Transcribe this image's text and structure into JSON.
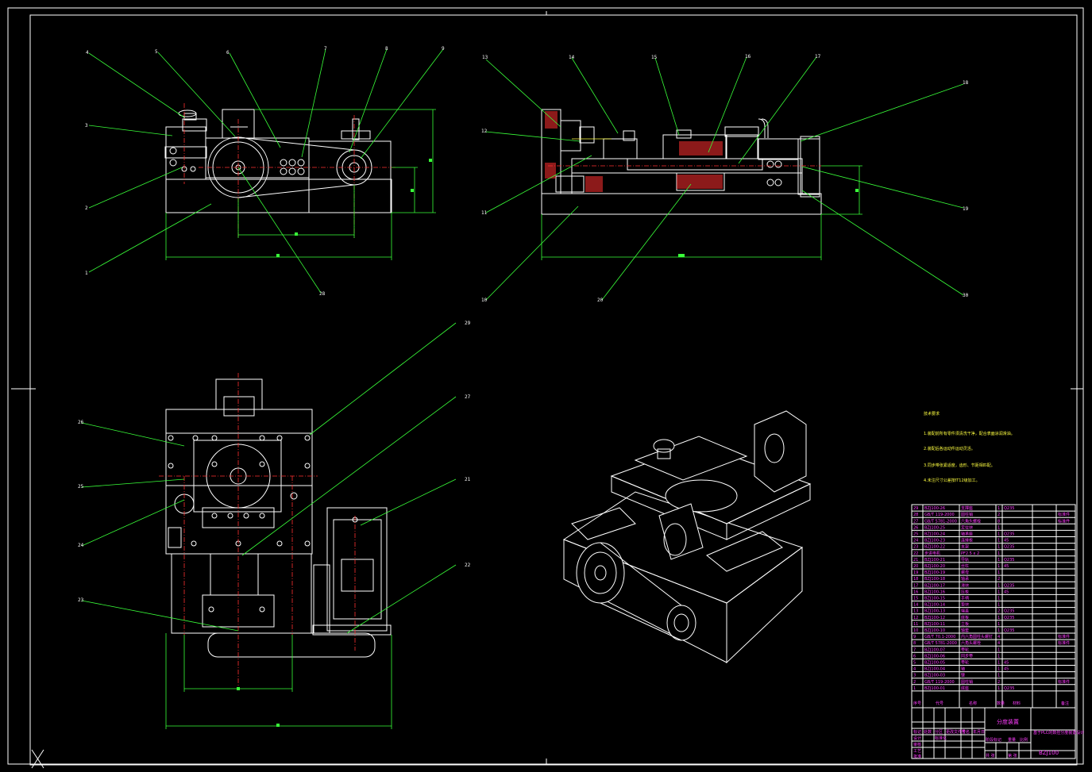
{
  "drawing_code": "BZJ100",
  "title_block_name": "分度装置",
  "part_rows": [
    {
      "no": "29",
      "code": "BZJ100-26",
      "name": "支撑座",
      "qty": "1",
      "mat": "Q235",
      "note": ""
    },
    {
      "no": "28",
      "code": "GB/T 119-2000",
      "name": "圆柱销",
      "qty": "2",
      "mat": "",
      "note": "标准件"
    },
    {
      "no": "27",
      "code": "GB/T 5781-2000",
      "name": "六角头螺栓",
      "qty": "8",
      "mat": "",
      "note": "标准件"
    },
    {
      "no": "26",
      "code": "BZJ100-25",
      "name": "定位块",
      "qty": "1",
      "mat": "",
      "note": ""
    },
    {
      "no": "25",
      "code": "BZJ100-24",
      "name": "轴承座",
      "qty": "1",
      "mat": "Q235",
      "note": ""
    },
    {
      "no": "24",
      "code": "BZJ100-23",
      "name": "连接板",
      "qty": "1",
      "mat": "45",
      "note": ""
    },
    {
      "no": "23",
      "code": "BZJ100-22",
      "name": "支架",
      "qty": "1",
      "mat": "Q235",
      "note": ""
    },
    {
      "no": "22",
      "code": "步进电机",
      "name": "PF2.5 x 2",
      "qty": "1",
      "mat": "",
      "note": ""
    },
    {
      "no": "21",
      "code": "BZJ100-21",
      "name": "导轨",
      "qty": "1",
      "mat": "Q235",
      "note": ""
    },
    {
      "no": "20",
      "code": "BZJ100-20",
      "name": "丝杠",
      "qty": "1",
      "mat": "45",
      "note": ""
    },
    {
      "no": "19",
      "code": "BZJ100-19",
      "name": "螺母",
      "qty": "1",
      "mat": "",
      "note": ""
    },
    {
      "no": "18",
      "code": "BZJ100-18",
      "name": "轴承",
      "qty": "2",
      "mat": "",
      "note": ""
    },
    {
      "no": "17",
      "code": "BZJ100-17",
      "name": "滑块",
      "qty": "1",
      "mat": "Q235",
      "note": ""
    },
    {
      "no": "16",
      "code": "BZJ100-16",
      "name": "压板",
      "qty": "1",
      "mat": "45",
      "note": ""
    },
    {
      "no": "15",
      "code": "BZJ100-15",
      "name": "手柄",
      "qty": "1",
      "mat": "",
      "note": ""
    },
    {
      "no": "14",
      "code": "BZJ100-14",
      "name": "垫块",
      "qty": "1",
      "mat": "",
      "note": ""
    },
    {
      "no": "13",
      "code": "BZJ100-13",
      "name": "端盖",
      "qty": "2",
      "mat": "Q235",
      "note": ""
    },
    {
      "no": "12",
      "code": "BZJ100-12",
      "name": "底板",
      "qty": "1",
      "mat": "Q235",
      "note": ""
    },
    {
      "no": "11",
      "code": "BZJ100-11",
      "name": "立板",
      "qty": "1",
      "mat": "",
      "note": ""
    },
    {
      "no": "10",
      "code": "BZJ100-10",
      "name": "轴套",
      "qty": "1",
      "mat": "Q235",
      "note": ""
    },
    {
      "no": "9",
      "code": "GB/T 70.1-2000",
      "name": "内六角圆柱头螺钉",
      "qty": "4",
      "mat": "",
      "note": "标准件"
    },
    {
      "no": "8",
      "code": "GB/T 5781-2000",
      "name": "六角头螺栓",
      "qty": "4",
      "mat": "",
      "note": "标准件"
    },
    {
      "no": "7",
      "code": "BZJ100-07",
      "name": "带轮",
      "qty": "1",
      "mat": "",
      "note": ""
    },
    {
      "no": "6",
      "code": "BZJ100-06",
      "name": "同步带",
      "qty": "1",
      "mat": "",
      "note": ""
    },
    {
      "no": "5",
      "code": "BZJ100-05",
      "name": "带轮",
      "qty": "1",
      "mat": "45",
      "note": ""
    },
    {
      "no": "4",
      "code": "BZJ100-04",
      "name": "轴",
      "qty": "1",
      "mat": "45",
      "note": ""
    },
    {
      "no": "3",
      "code": "BZJ100-03",
      "name": "键",
      "qty": "1",
      "mat": "",
      "note": ""
    },
    {
      "no": "2",
      "code": "GB/T 119-2000",
      "name": "圆柱销",
      "qty": "2",
      "mat": "",
      "note": "标准件"
    },
    {
      "no": "1",
      "code": "BZJ100-01",
      "name": "底座",
      "qty": "1",
      "mat": "Q235",
      "note": ""
    }
  ],
  "bom_header": [
    "序号",
    "代号",
    "名称",
    "数量",
    "材料",
    "备注"
  ],
  "tech_requirements_title": "技术要求",
  "tech_requirements": [
    "1.装配前所有零件须清洗干净，配合表面涂润滑油。",
    "2.装配后各运动件运动灵活。",
    "3.同步带张紧适度，齿形、节距相匹配。",
    "4.未注尺寸公差按IT12级加工。"
  ],
  "title_block_cells": [
    "标记",
    "处数",
    "分区",
    "更改文件号",
    "签名",
    "年月日",
    "设计",
    "标准化",
    "阶段标记",
    "重量",
    "比例",
    "审核",
    "工艺",
    "批准",
    "共 张",
    "第 张"
  ],
  "subtitle": "基于PLC的数控分度装置设计",
  "callouts_front": [
    "4",
    "5",
    "6",
    "7",
    "8",
    "9",
    "3",
    "2",
    "1",
    "28"
  ],
  "callouts_side": [
    "13",
    "14",
    "15",
    "16",
    "17",
    "18",
    "12",
    "11",
    "10",
    "20",
    "19",
    "30"
  ],
  "callouts_top": [
    "26",
    "25",
    "24",
    "23",
    "29",
    "27",
    "21",
    "22"
  ],
  "colors": {
    "background": "#000000",
    "outline": "#ffffff",
    "leader": "#39ff39",
    "center": "#ff3030",
    "text_table": "#ff3cff",
    "text_notes": "#ffff40"
  }
}
